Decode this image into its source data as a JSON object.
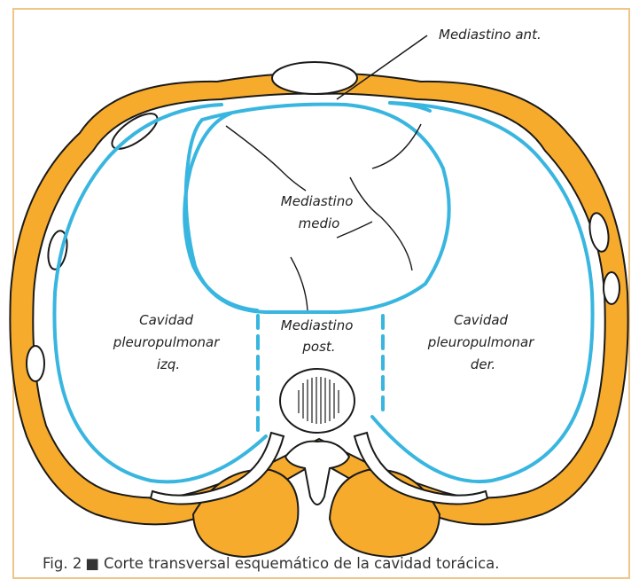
{
  "labels": {
    "mediastino_ant": "Mediastino ant.",
    "mediastino_medio": [
      "Mediastino",
      "medio"
    ],
    "mediastino_post": [
      "Mediastino",
      "post."
    ],
    "cavidad_izq": [
      "Cavidad",
      "pleuropulmonar",
      "izq."
    ],
    "cavidad_der": [
      "Cavidad",
      "pleuropulmonar",
      "der."
    ]
  },
  "caption": {
    "prefix": "Fig. 2",
    "bullet": "■",
    "text": "Corte transversal esquemático de la cavidad torácica."
  },
  "colors": {
    "muscle": "#f7ab2c",
    "pleura": "#38b6e0",
    "line": "#1a1a1a",
    "frame": "#f0c58a"
  }
}
